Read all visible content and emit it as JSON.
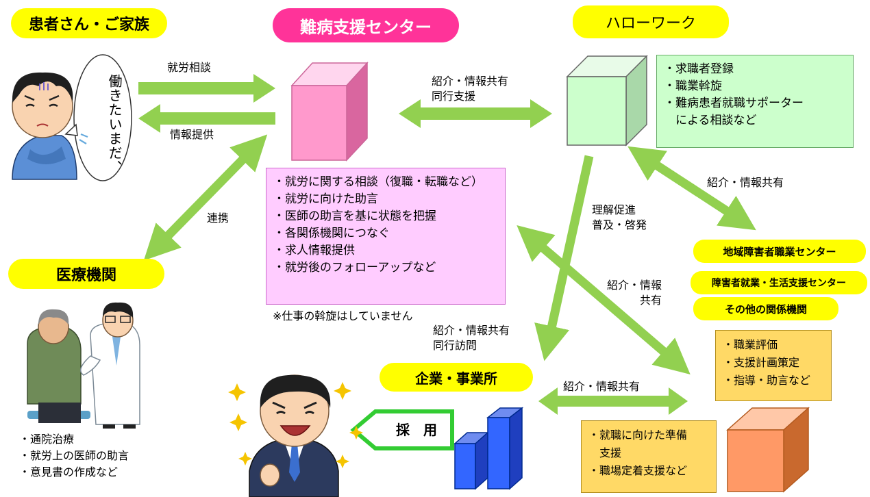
{
  "patient": {
    "title": "患者さん・ご家族",
    "speech": [
      "まだ、",
      "働きたい"
    ]
  },
  "center": {
    "title": "難病支援センター",
    "services": [
      "・就労に関する相談（復職・転職など）",
      "・就労に向けた助言",
      "・医師の助言を基に状態を把握",
      "・各関係機関につなぐ",
      "・求人情報提供",
      "・就労後のフォローアップなど"
    ],
    "note": "※仕事の斡旋はしていません"
  },
  "hellowork": {
    "title": "ハローワーク",
    "services": [
      "・求職者登録",
      "・職業斡旋",
      "・難病患者就職サポーター",
      "　による相談など"
    ]
  },
  "medical": {
    "title": "医療機関",
    "services": [
      "・通院治療",
      "・就労上の医師の助言",
      "・意見書の作成など"
    ]
  },
  "company": {
    "title": "企業・事業所",
    "hire": "採　用"
  },
  "agencies": {
    "items": [
      "地域障害者職業センター",
      "障害者就業・生活支援センター",
      "その他の関係機関"
    ],
    "services_a": [
      "・職業評価",
      "・支援計画策定",
      "・指導・助言など"
    ],
    "services_b": [
      "・就職に向けた準備",
      "　支援",
      "・職場定着支援など"
    ]
  },
  "arrows": {
    "consult": "就労相談",
    "info": "情報提供",
    "center_hw": [
      "紹介・情報共有",
      "同行支援"
    ],
    "renkei": "連携",
    "hw_agency": "紹介・情報共有",
    "hw_company": [
      "理解促進",
      "普及・啓発"
    ],
    "center_agency": [
      "紹介・情報",
      "共有"
    ],
    "center_company": [
      "紹介・情報共有",
      "同行訪問"
    ],
    "company_agency": "紹介・情報共有"
  },
  "colors": {
    "arrow": "#92d050",
    "pill": "#ffff00",
    "center_pill": "#ff3399",
    "center_box": "#ffccff",
    "hw_box": "#ccffcc",
    "agency_box": "#ffd966"
  }
}
